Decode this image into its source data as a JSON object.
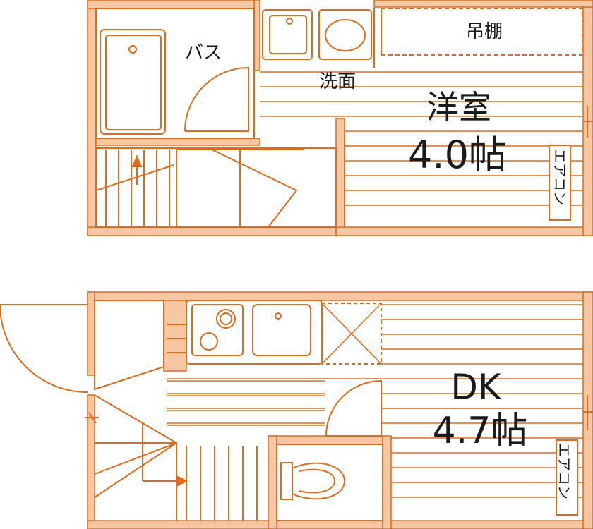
{
  "colors": {
    "wall": "#f7c7a3",
    "line": "#e06b1c",
    "text": "#1a1a1a",
    "background": "#ffffff"
  },
  "upper_floor": {
    "bath_label": "バス",
    "washroom_label": "洗面",
    "storage_label": "吊棚",
    "room_name": "洋室",
    "room_size": "4.0帖",
    "aircon_label": "エアコン"
  },
  "lower_floor": {
    "room_name": "DK",
    "room_size": "4.7帖",
    "aircon_label": "エアコン"
  },
  "icons": [
    "bathtub-icon",
    "washbasin-icon",
    "washing-machine-icon",
    "stove-icon",
    "kitchen-sink-icon",
    "fridge-space-icon",
    "toilet-icon",
    "door-swing-icon",
    "stair-arrow-icon"
  ]
}
